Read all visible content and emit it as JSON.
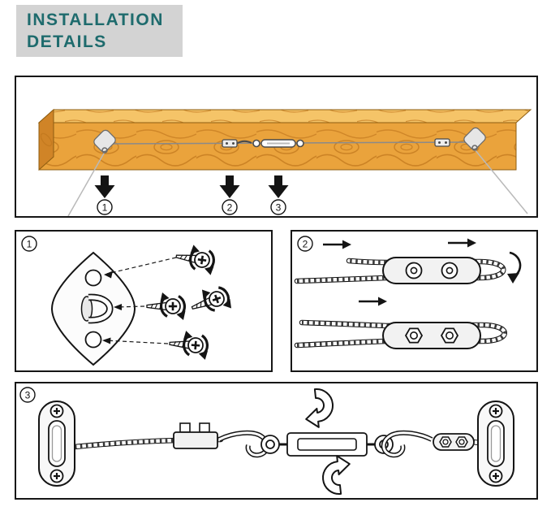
{
  "title": {
    "line1": "INSTALLATION",
    "line2": "DETAILS"
  },
  "colors": {
    "accent-teal": "#1e6b6d",
    "title-bg": "#d3d3d3",
    "panel-border": "#161616",
    "wood": "#eaa33c",
    "wood-grain": "#c47a1f",
    "wood-top": "#f5c468"
  },
  "overview": {
    "callouts": [
      "1",
      "2",
      "3"
    ]
  },
  "steps": [
    {
      "badge": "1"
    },
    {
      "badge": "2"
    },
    {
      "badge": "3"
    }
  ],
  "icons": {
    "down-arrow": "▼",
    "direction-arrow": "→",
    "rotate-arrow": "↻"
  }
}
